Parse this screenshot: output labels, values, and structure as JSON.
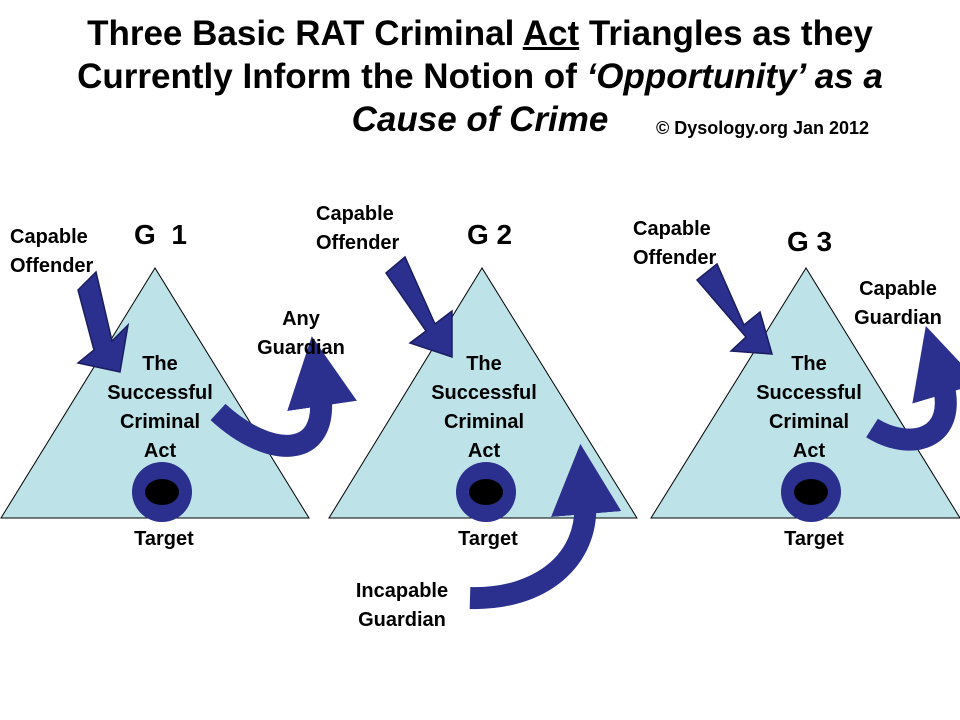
{
  "title": {
    "line1_a": "Three Basic RAT Criminal ",
    "line1_b": "Act",
    "line1_c": " Triangles as they",
    "line2_a": "Currently Inform the Notion of ",
    "line2_b": "‘Opportunity’ as a",
    "line3": "Cause of Crime"
  },
  "copyright": "© Dysology.org Jan 2012",
  "colors": {
    "triangle_fill": "#bde3e8",
    "arrow_fill": "#2b2f8e",
    "arrow_stroke": "#1a1d5e"
  },
  "panels": [
    {
      "group": "G  1",
      "offender": [
        "Capable",
        "Offender"
      ],
      "guardian": [
        "Any",
        "Guardian"
      ],
      "act": [
        "The",
        "Successful",
        "Criminal",
        "Act"
      ],
      "target": "Target"
    },
    {
      "group": "G 2",
      "offender": [
        "Capable",
        "Offender"
      ],
      "guardian": [
        "Incapable",
        "Guardian"
      ],
      "act": [
        "The",
        "Successful",
        "Criminal",
        "Act"
      ],
      "target": "Target"
    },
    {
      "group": "G 3",
      "offender": [
        "Capable",
        "Offender"
      ],
      "guardian": [
        "Capable",
        "Guardian"
      ],
      "act": [
        "The",
        "Successful",
        "Criminal",
        "Act"
      ],
      "target": "Target"
    }
  ]
}
